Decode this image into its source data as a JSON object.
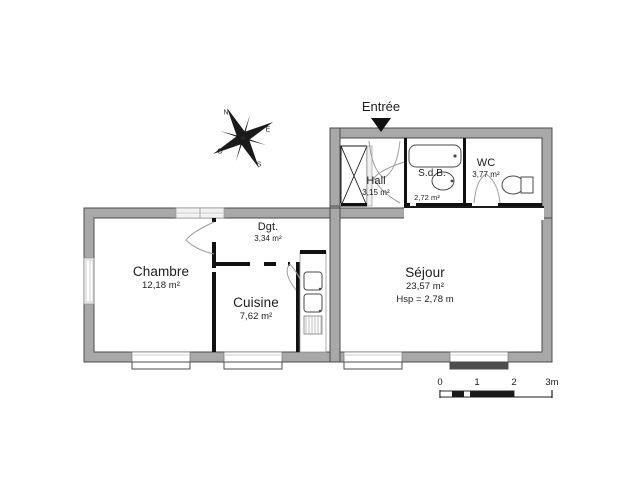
{
  "document": {
    "type": "architectural-floor-plan",
    "language": "fr",
    "background_color": "#ffffff",
    "wall_fill_color": "#a8a8a8",
    "wall_stroke_color": "#4d4d4d",
    "partition_color": "#000000",
    "text_color": "#1c1c1c"
  },
  "entrance": {
    "label": "Entrée",
    "marker": "down-triangle-arrow"
  },
  "compass": {
    "north": "N",
    "east": "E",
    "south": "S",
    "west": "O"
  },
  "rooms": [
    {
      "id": "chambre",
      "name": "Chambre",
      "area": "12,18 m²"
    },
    {
      "id": "cuisine",
      "name": "Cuisine",
      "area": "7,62 m²"
    },
    {
      "id": "dgt",
      "name": "Dgt.",
      "area": "3,34 m²"
    },
    {
      "id": "hall",
      "name": "Hall",
      "area": "3,15 m²"
    },
    {
      "id": "sdb",
      "name": "S.d.B.",
      "area": "2,72 m²"
    },
    {
      "id": "wc",
      "name": "WC",
      "area": "3,77 m²"
    },
    {
      "id": "sejour",
      "name": "Séjour",
      "area": "23,57 m²",
      "height_note": "Hsp = 2,78 m"
    }
  ],
  "scale_bar": {
    "ticks": [
      "0",
      "1",
      "2",
      "3m"
    ],
    "unit": "m"
  },
  "fixtures": {
    "bathtub": "bathtub-fixture",
    "sink": "washbasin-fixture",
    "toilet": "toilet-fixture",
    "kitchen_sink": "kitchen-double-sink-fixture",
    "closet": "closet-crossed-fixture"
  }
}
